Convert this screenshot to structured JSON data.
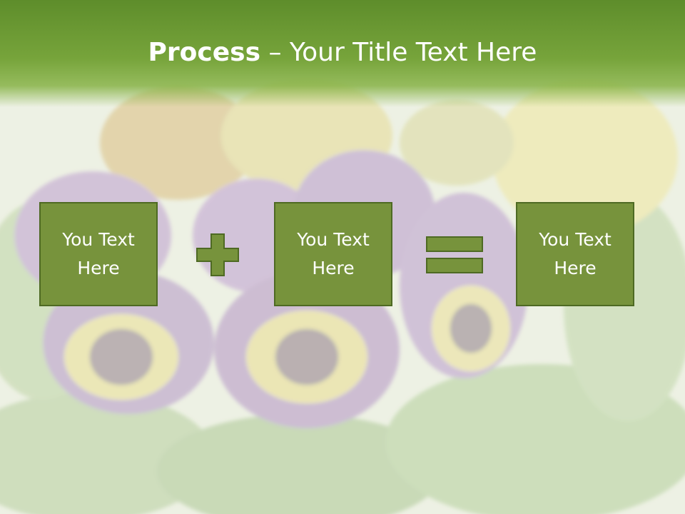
{
  "title": {
    "bold": "Process",
    "rest": " – Your Title Text Here"
  },
  "boxes": [
    {
      "label": "You Text Here"
    },
    {
      "label": "You Text Here"
    },
    {
      "label": "You Text Here"
    }
  ],
  "operators": [
    "plus-icon",
    "equals-icon"
  ],
  "colors": {
    "title_band": "#6a9a32",
    "box_fill": "#77933c",
    "box_border": "#4e6a23",
    "text": "#ffffff"
  }
}
